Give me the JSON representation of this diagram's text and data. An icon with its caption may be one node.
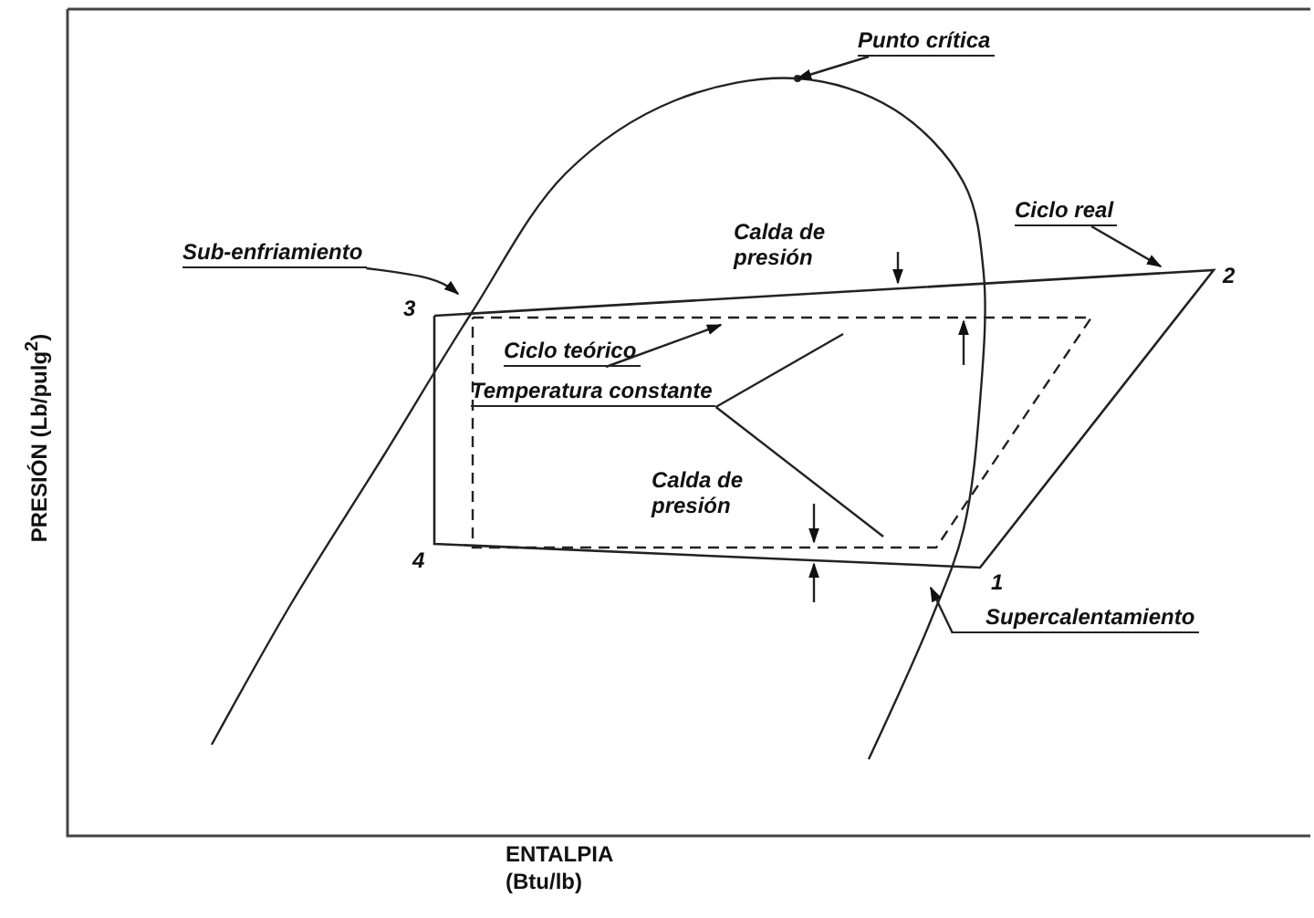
{
  "diagram": {
    "nodes": [
      {
        "text": [
          "Punto crítica"
        ]
      },
      {
        "text": [
          "Ciclo real"
        ]
      },
      {
        "text": [
          "Sub-enfriamiento"
        ]
      },
      {
        "text": [
          "Ciclo teórico"
        ]
      },
      {
        "text": [
          "Temperatura constante"
        ]
      },
      {
        "text": [
          "Supercalentamiento"
        ]
      }
    ],
    "edges": [
      {
        "from": 0,
        "to": null,
        "arrow": "to"
      },
      {
        "from": 1,
        "to": null,
        "arrow": "to"
      },
      {
        "from": 2,
        "to": null,
        "arrow": "to"
      },
      {
        "from": 3,
        "to": null,
        "arrow": "to"
      },
      {
        "from": 4,
        "to": null,
        "arrow": "none"
      },
      {
        "from": 4,
        "to": null,
        "arrow": "none"
      },
      {
        "from": 5,
        "to": null,
        "arrow": "to"
      }
    ],
    "labels": [
      "Calda de presión",
      "2",
      "3",
      "Calda de presión",
      "4",
      "1",
      "PRESIÓN (Lb/pulg$^{2}$)",
      "ENTALPIA",
      "(Btu/lb)"
    ]
  }
}
